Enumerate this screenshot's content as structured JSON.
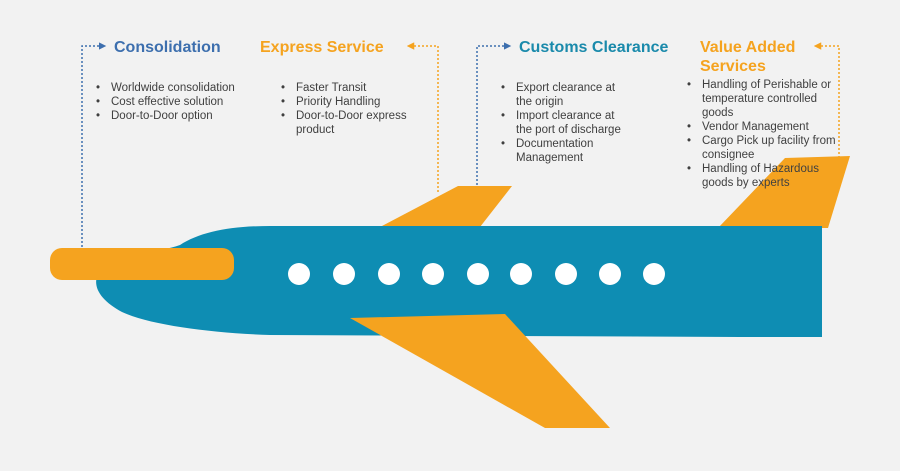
{
  "colors": {
    "fuselage": "#0e8db3",
    "wing": "#f5a31f",
    "window": "#ffffff",
    "connector_blue": "#3d6fae",
    "connector_orange": "#f5a31f",
    "background": "#f2f2f2"
  },
  "sections": [
    {
      "title": "Consolidation",
      "items": [
        "Worldwide consolidation",
        "Cost effective solution",
        "Door-to-Door option"
      ]
    },
    {
      "title": "Express Service",
      "items": [
        "Faster Transit",
        "Priority Handling",
        "Door-to-Door express product"
      ]
    },
    {
      "title": "Customs Clearance",
      "items": [
        "Export clearance at the origin",
        "Import clearance at the port of discharge",
        "Documentation Management"
      ]
    },
    {
      "title": "Value Added Services",
      "items": [
        "Handling of Perishable or temperature controlled goods",
        "Vendor Management",
        "Cargo Pick up facility from consignee",
        "Handling of Hazardous goods by experts"
      ]
    }
  ]
}
